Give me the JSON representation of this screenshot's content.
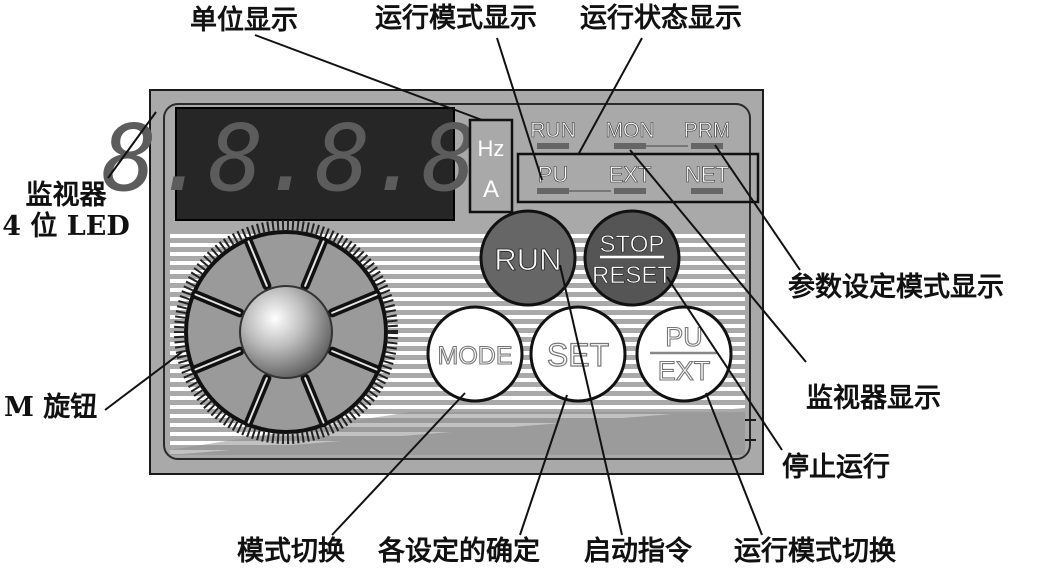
{
  "display": {
    "digits": "8.8.8.8."
  },
  "unit_indicator": {
    "hz": "Hz",
    "a": "A"
  },
  "status_leds": {
    "run": "RUN",
    "mon": "MON",
    "prm": "PRM",
    "pu": "PU",
    "ext": "EXT",
    "net": "NET"
  },
  "buttons": {
    "run": "RUN",
    "stop_top": "STOP",
    "stop_bottom": "RESET",
    "mode": "MODE",
    "set": "SET",
    "puext_top": "PU",
    "puext_bottom": "EXT"
  },
  "callouts": {
    "unit_display": "单位显示",
    "operation_mode_display": "运行模式显示",
    "operation_status_display": "运行状态显示",
    "monitor_led_line1": "监视器",
    "monitor_led_line2": "4 位 LED",
    "parameter_setting_mode_display": "参数设定模式显示",
    "m_dial": "M 旋钮",
    "monitor_display": "监视器显示",
    "stop_operation": "停止运行",
    "mode_switch": "模式切换",
    "confirm_settings": "各设定的确定",
    "start_command": "启动指令",
    "operation_mode_switch": "运行模式切换"
  },
  "colors": {
    "panel": "#a9a9a9",
    "panel_dark": "#8f8f8f",
    "display_bg": "#262626",
    "run_button": "#666666",
    "stop_button": "#555555",
    "white_button": "#ffffff"
  }
}
